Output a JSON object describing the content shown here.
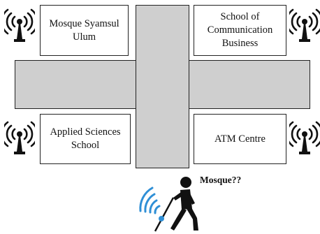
{
  "buildings": {
    "mosque": "Mosque Syamsul\nUlum",
    "school_comm": "School of\nCommunication\nBusiness",
    "applied": "Applied Sciences\nSchool",
    "atm": "ATM Centre"
  },
  "question": "Mosque??",
  "icons": {
    "beacon": "wifi-antenna-icon",
    "user": "blind-person-with-cane-icon",
    "signal": "wireless-signal-icon"
  },
  "colors": {
    "road": "#cfcfcf",
    "signal": "#2f8fd6",
    "cane_tip": "#2f8fd6",
    "outline": "#222222"
  }
}
